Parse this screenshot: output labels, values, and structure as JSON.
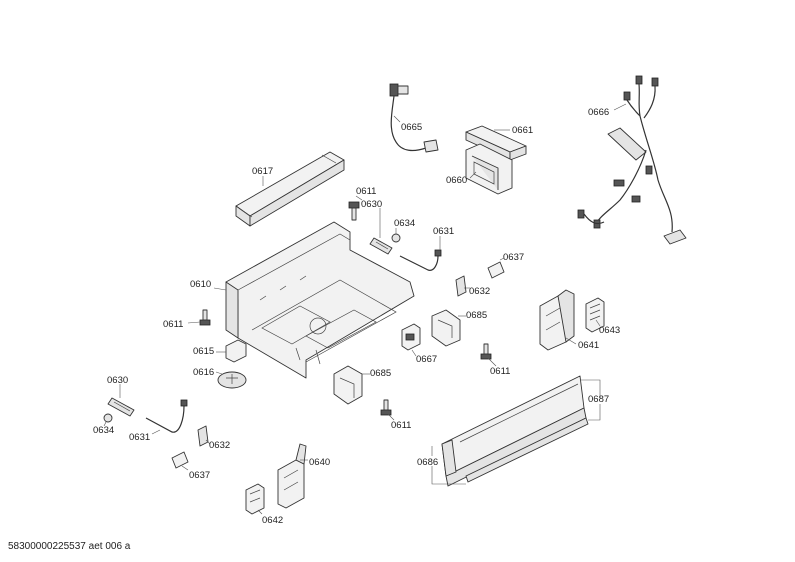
{
  "document_id": "58300000225537 aet 006 a",
  "labels": {
    "l0617": "0617",
    "l0665": "0665",
    "l0661": "0661",
    "l0660": "0660",
    "l0666": "0666",
    "l0611a": "0611",
    "l0630a": "0630",
    "l0634a": "0634",
    "l0631a": "0631",
    "l0637a": "0637",
    "l0632a": "0632",
    "l0610": "0610",
    "l0611b": "0611",
    "l0685a": "0685",
    "l0641": "0641",
    "l0643": "0643",
    "l0667": "0667",
    "l0611c": "0611",
    "l0615": "0615",
    "l0616": "0616",
    "l0685b": "0685",
    "l0630b": "0630",
    "l0687": "0687",
    "l0634b": "0634",
    "l0631b": "0631",
    "l0611d": "0611",
    "l0632b": "0632",
    "l0686": "0686",
    "l0637b": "0637",
    "l0640": "0640",
    "l0642": "0642"
  }
}
